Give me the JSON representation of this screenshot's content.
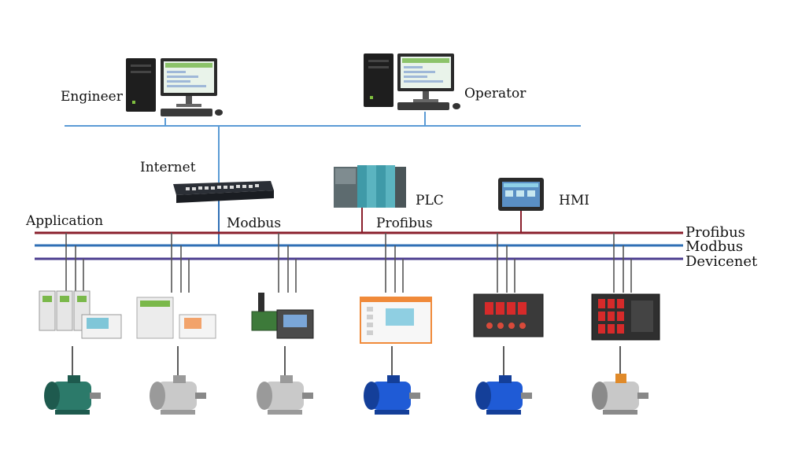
{
  "labels": {
    "engineer": "Engineer",
    "operator": "Operator",
    "internet": "Internet",
    "plc": "PLC",
    "hmi": "HMI",
    "application": "Application",
    "modbus_top": "Modbus",
    "profibus_top": "Profibus"
  },
  "buses": [
    {
      "key": "profibus",
      "name": "Profibus",
      "color": "#8a1f2c"
    },
    {
      "key": "modbus",
      "name": "Modbus",
      "color": "#2f6fb5"
    },
    {
      "key": "devicenet",
      "name": "Devicenet",
      "color": "#4b3d8f"
    }
  ],
  "network_line_color": "#5b9bd5",
  "devices": [
    {
      "controller": "motor-protector-modules",
      "motor": "green-motor"
    },
    {
      "controller": "din-rail-protector",
      "motor": "silver-motor"
    },
    {
      "controller": "protector-with-display",
      "motor": "silver-motor"
    },
    {
      "controller": "orange-panel-protector",
      "motor": "blue-motor"
    },
    {
      "controller": "led-panel-meter",
      "motor": "blue-motor"
    },
    {
      "controller": "multi-display-meter",
      "motor": "explosion-proof-motor"
    }
  ]
}
